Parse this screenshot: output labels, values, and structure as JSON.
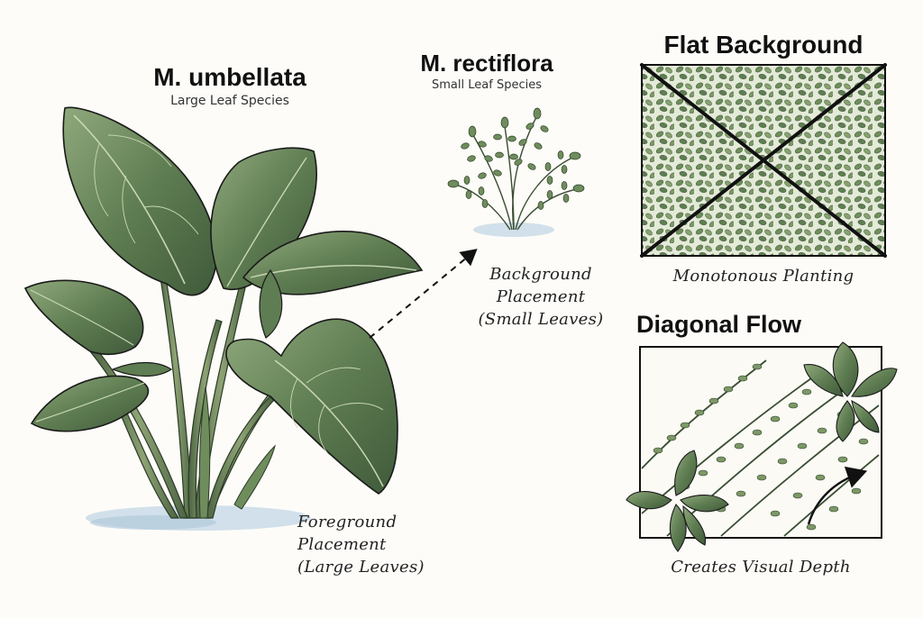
{
  "large_species": {
    "name": "M. umbellata",
    "subtitle": "Large Leaf Species",
    "placement_line1": "Foreground Placement",
    "placement_line2": "(Large Leaves)"
  },
  "small_species": {
    "name": "M. rectiflora",
    "subtitle": "Small Leaf Species",
    "placement_line1": "Background",
    "placement_line2": "Placement",
    "placement_line3": "(Small Leaves)"
  },
  "flat_panel": {
    "title": "Flat Background",
    "caption": "Monotonous Planting"
  },
  "diagonal_panel": {
    "title": "Diagonal Flow",
    "caption": "Creates Visual Depth"
  },
  "colors": {
    "leaf_dark": "#4f6b45",
    "leaf_mid": "#6f8d5c",
    "leaf_light": "#9fb48a",
    "ink": "#1a1a1a",
    "water": "#b9cfe0"
  }
}
